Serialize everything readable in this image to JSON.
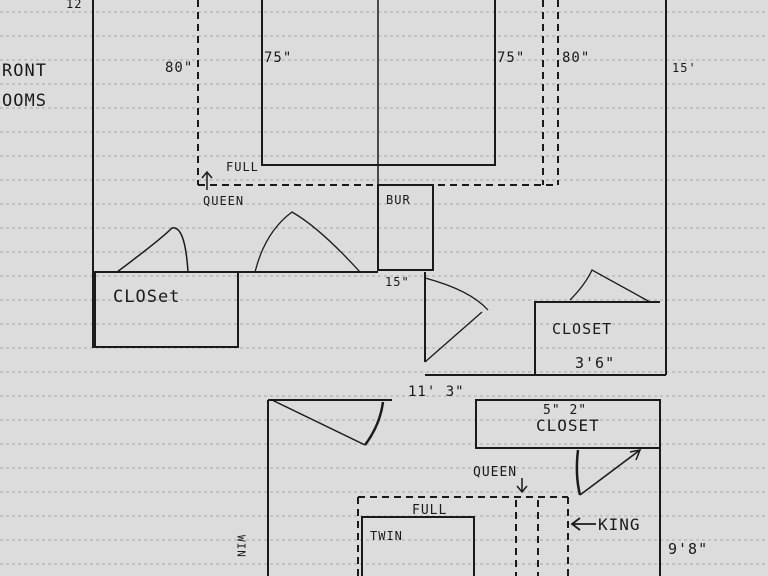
{
  "page": {
    "background": "#dcdcdc",
    "ink": "#1a1a1a",
    "rule_color": "#a9a9a9"
  },
  "margin_notes": {
    "corner_number": "12",
    "line1": "RONT",
    "line2": "OOMS"
  },
  "upper_plan": {
    "dim_left_bed_80": "80\"",
    "dim_full_left_75": "75\"",
    "dim_full_right_75": "75\"",
    "dim_right_bed_80": "80\"",
    "wall_length": "15'",
    "full_bed": "FULL",
    "queen_bed": "QUEEN",
    "bureau": "BUR",
    "closet_left": "CLOSet",
    "hall_wall": "15\"",
    "closet_right": "CLOSET",
    "closet_right_size": "3'6\""
  },
  "lower_plan": {
    "room_width": "11' 3\"",
    "closet_size": "5\" 2\"",
    "closet": "CLOSET",
    "queen_bed": "QUEEN",
    "full_bed": "FULL",
    "twin_bed": "TWIN",
    "king_bed": "KING",
    "room_depth": "9'8\"",
    "side_label": "WIN"
  }
}
